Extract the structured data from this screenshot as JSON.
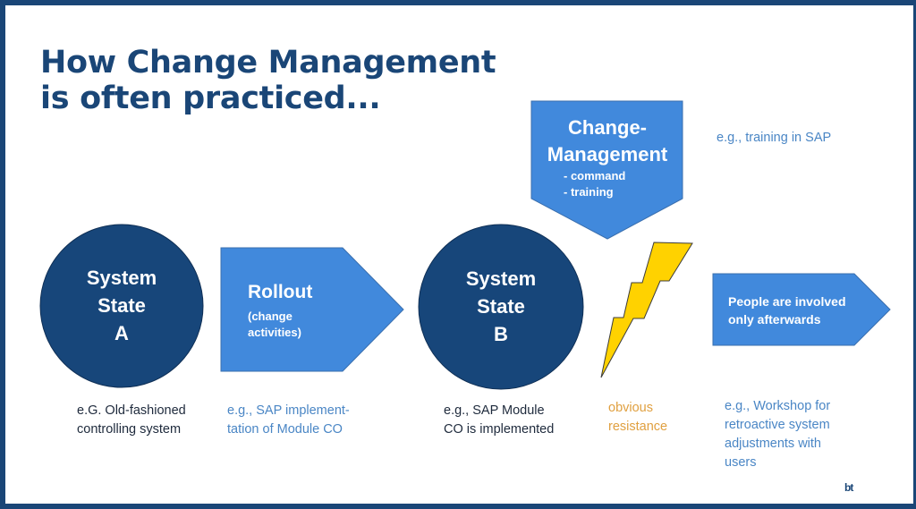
{
  "slide": {
    "title": {
      "line1": "How Change Management",
      "line2": "is often practiced..."
    },
    "colors": {
      "frame": "#1a4677",
      "circle_fill": "#17467a",
      "arrow_fill": "#4189dc",
      "bolt_fill": "#ffd200",
      "caption_dark": "#1e2a3c",
      "caption_blue": "#4a86c5",
      "caption_orange": "#e0a040"
    },
    "state_a": {
      "line1": "System",
      "line2": "State",
      "line3": "A",
      "caption_line1": "e.G. Old-fashioned",
      "caption_line2": "controlling system"
    },
    "rollout": {
      "title": "Rollout",
      "sub_line1": "(change",
      "sub_line2": "activities)",
      "caption_line1": "e.g., SAP implement-",
      "caption_line2": "tation of Module CO"
    },
    "state_b": {
      "line1": "System",
      "line2": "State",
      "line3": "B",
      "caption_line1": "e.g., SAP Module",
      "caption_line2": "CO is implemented"
    },
    "change_management": {
      "title_line1": "Change-",
      "title_line2": "Management",
      "items": [
        "- command",
        "- training"
      ],
      "side_note": "e.g., training in SAP"
    },
    "resistance": {
      "icon": "lightning-bolt-icon",
      "caption_line1": "obvious",
      "caption_line2": "resistance"
    },
    "people": {
      "line1": "People are involved",
      "line2": "only afterwards",
      "caption_lines": [
        "e.g., Workshop for",
        "retroactive system",
        "adjustments with",
        "users"
      ]
    },
    "logo": "bt"
  }
}
